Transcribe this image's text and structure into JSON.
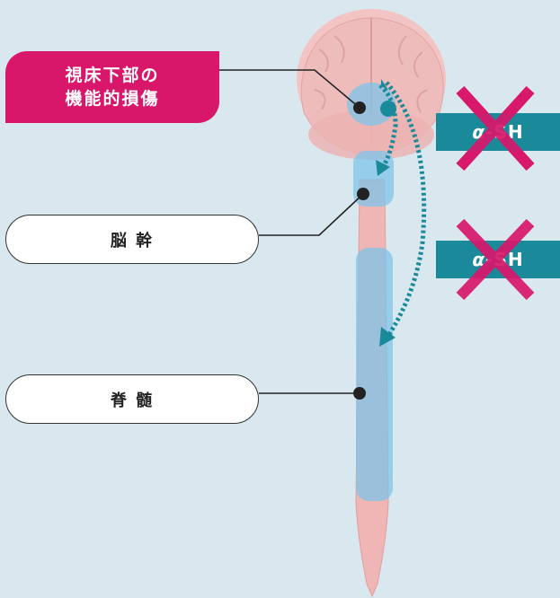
{
  "labels": {
    "hypothalamus": "視床下部の\n機能的損傷",
    "brainstem": "脳 幹",
    "spinal_cord": "脊 髄"
  },
  "hormone_boxes": [
    {
      "greek": "α-",
      "text": "SH"
    },
    {
      "greek": "α-",
      "text": "SH"
    }
  ],
  "colors": {
    "background": "#d9e8ee",
    "accent_magenta": "#d8176b",
    "teal_box": "#1a8a9a",
    "arrow_teal": "#1a8a9a",
    "highlight_blue": "#7ec4ea",
    "tissue_pink": "#f0b5b5"
  },
  "icons": [
    "cross-mark-icon",
    "dotted-arrow-icon"
  ]
}
